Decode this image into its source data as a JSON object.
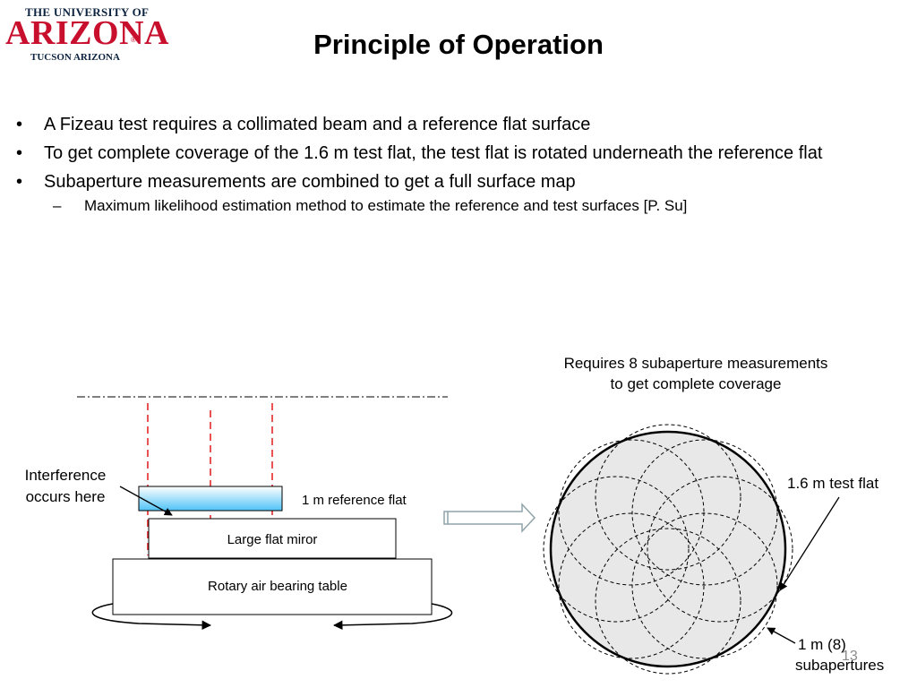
{
  "logo": {
    "line1": "THE UNIVERSITY OF",
    "line2": "ARIZONA",
    "registered": "®",
    "line3": "TUCSON ARIZONA",
    "colors": {
      "red": "#c8102e",
      "navy": "#0c2340"
    }
  },
  "title": "Principle of Operation",
  "bullets": [
    {
      "text": "A Fizeau test requires a collimated beam and a reference flat surface"
    },
    {
      "text": "To get complete coverage of the 1.6 m test flat, the test flat is rotated underneath the reference flat"
    },
    {
      "text": "Subaperture measurements are combined to get a full surface map"
    }
  ],
  "sub_bullets": [
    {
      "text": "Maximum likelihood estimation method to estimate the reference and test surfaces [P. Su]"
    }
  ],
  "bullet_marker": "•",
  "sub_bullet_marker": "–",
  "diagram": {
    "left": {
      "interference_label_line1": "Interference",
      "interference_label_line2": "occurs here",
      "reference_flat_label": "1 m reference flat",
      "mirror_label": "Large flat miror",
      "table_label": "Rotary air bearing table"
    },
    "right": {
      "caption_line1": "Requires 8 subaperture measurements",
      "caption_line2": "to get complete coverage",
      "test_flat_label": "1.6 m test flat",
      "subaperture_label_line1": "1 m (8)",
      "subaperture_label_line2": "subapertures",
      "subaperture_count": 8
    },
    "colors": {
      "beam_lines": "#e41a1c",
      "reference_flat_top": "#ffffff",
      "reference_flat_bottom": "#4fc3f7",
      "test_flat_fill": "#e8e8e8",
      "arrow_outline": "#8fa3a8"
    }
  },
  "slide_number": "13"
}
